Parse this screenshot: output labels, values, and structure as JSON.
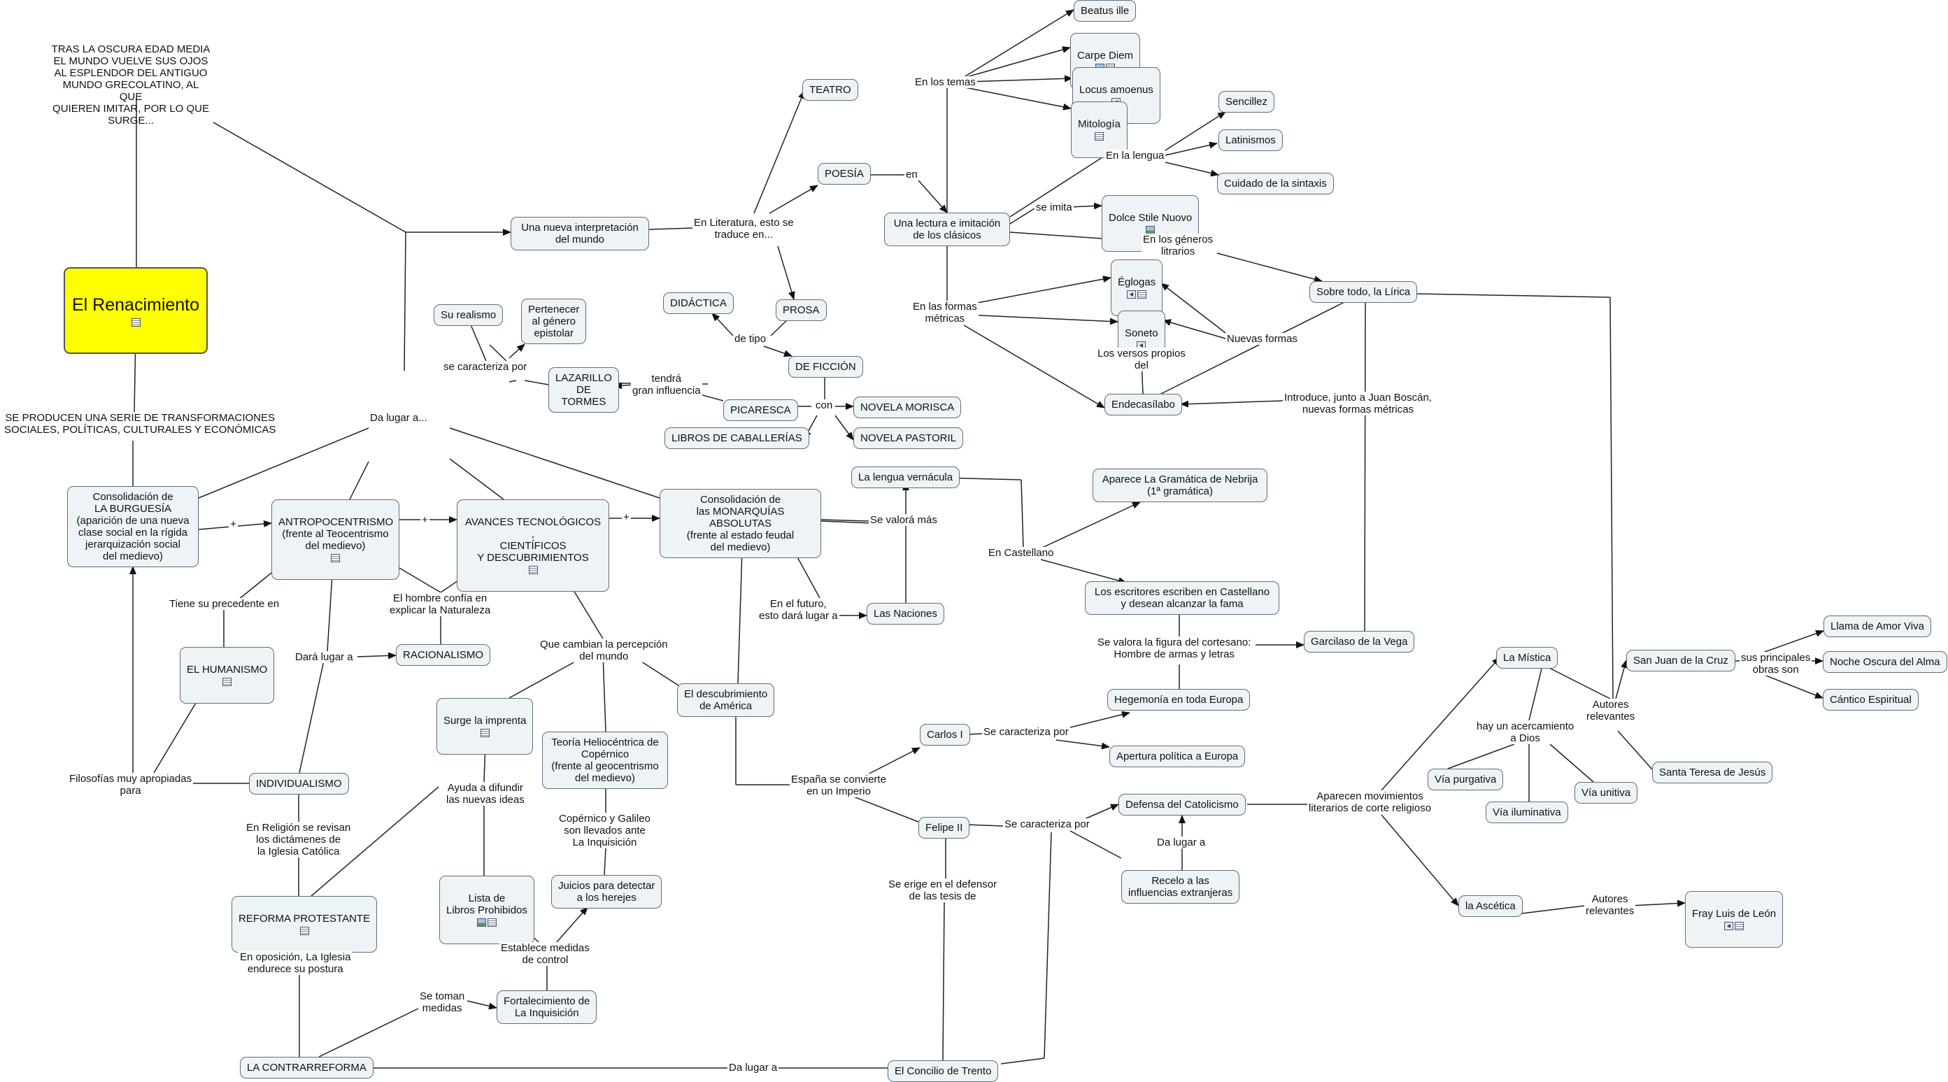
{
  "title": "El Renacimiento",
  "intro": "TRAS LA OSCURA EDAD MEDIA\nEL MUNDO VUELVE SUS OJOS\nAL ESPLENDOR DEL ANTIGUO\nMUNDO GRECOLATINO, AL QUE\nQUIEREN IMITAR, POR LO QUE\nSURGE...",
  "nodes": {
    "nueva_interpretacion": "Una nueva interpretación\ndel mundo",
    "teatro": "TEATRO",
    "poesia": "POESÍA",
    "prosa": "PROSA",
    "didactica": "DIDÁCTICA",
    "ficcion": "DE FICCIÓN",
    "picaresca": "PICARESCA",
    "caballerias": "LIBROS DE CABALLERÍAS",
    "morisca": "NOVELA MORISCA",
    "pastoril": "NOVELA PASTORIL",
    "lazarillo": "LAZARILLO\nDE\nTORMES",
    "realismo": "Su realismo",
    "epistolar": "Pertenecer\nal género\nepistolar",
    "lectura_clasicos": "Una lectura e imitación\nde los clásicos",
    "beatus": "Beatus ille",
    "carpe": "Carpe Diem",
    "locus": "Locus amoenus",
    "mitologia": "Mitología",
    "sencillez": "Sencillez",
    "latinismos": "Latinismos",
    "sintaxis": "Cuidado de la sintaxis",
    "dolce": "Dolce Stile Nuovo",
    "eglogas": "Églogas",
    "soneto": "Soneto",
    "endecasilabo": "Endecasílabo",
    "lirica": "Sobre todo, la Lírica",
    "burguesia": "Consolidación de\nLA BURGUESÍA\n(aparición de una nueva\nclase social en la rígida\njerarquización social\ndel medievo)",
    "antropocentrismo": "ANTROPOCENTRISMO\n(frente al Teocentrismo\ndel medievo)",
    "avances": "AVANCES TECNOLÓGICOS ,\nCIENTÍFICOS\nY DESCUBRIMIENTOS",
    "monarquias": "Consolidación de\nlas MONARQUÍAS ABSOLUTAS\n(frente al estado feudal\ndel medievo)",
    "humanismo": "EL HUMANISMO",
    "racionalismo": "RACIONALISMO",
    "individualismo": "INDIVIDUALISMO",
    "reforma": "REFORMA PROTESTANTE",
    "contrarreforma": "LA CONTRARREFORMA",
    "imprenta": "Surge la imprenta",
    "heliocentrica": "Teoría Heliocéntrica de\nCopérnico\n(frente al geocentrismo\ndel medievo)",
    "descubrimiento": "El descubrimiento\nde América",
    "libros_prohibidos": "Lista de\nLibros Prohibidos",
    "juicios": "Juicios para detectar\na los herejes",
    "inquisicion": "Fortalecimiento de\nLa Inquisición",
    "lengua_vernacula": "La lengua vernácula",
    "naciones": "Las Naciones",
    "gramatica": "Aparece La Gramática de Nebrija\n(1ª gramática)",
    "escritores": "Los escritores escriben en Castellano\ny desean alcanzar la fama",
    "garcilaso": "Garcilaso de la Vega",
    "hegemonia": "Hegemonía en toda Europa",
    "apertura": "Apertura política a Europa",
    "carlos": "Carlos I",
    "felipe": "Felipe II",
    "defensa": "Defensa del Catolicismo",
    "recelo": "Recelo a las\ninfluencias extranjeras",
    "trento": "El Concilio de Trento",
    "mistica": "La Mística",
    "ascetica": "la Ascética",
    "juan_cruz": "San Juan de la Cruz",
    "teresa": "Santa Teresa de Jesús",
    "llama": "Llama de Amor Viva",
    "noche": "Noche Oscura del Alma",
    "cantico": "Cántico Espiritual",
    "via_purgativa": "Vía purgativa",
    "via_iluminativa": "Vía iluminativa",
    "via_unitiva": "Vía unitiva",
    "fray_luis": "Fray Luis de León"
  },
  "labels": {
    "transformaciones": "SE PRODUCEN UNA SERIE DE TRANSFORMACIONES\nSOCIALES, POLÍTICAS, CULTURALES Y ECONÓMICAS",
    "da_lugar_a": "Da lugar a...",
    "en_literatura": "En Literatura, esto se\ntraduce en...",
    "en": "en",
    "de_tipo": "de tipo",
    "con": "con",
    "tendra": "tendrá\ngran influencia",
    "se_caracteriza_por": "se caracteriza por",
    "en_los_temas": "En los temas",
    "en_la_lengua": "En la lengua",
    "se_imita": "se imita",
    "en_los_generos": "En los géneros\nlitrarios",
    "en_las_formas": "En las formas\nmétricas",
    "versos_propios": "Los versos propios\ndel",
    "nuevas_formas": "Nuevas formas",
    "introduce": "Introduce, junto a Juan Boscán,\nnuevas formas métricas",
    "plus1": "+",
    "plus2": "+",
    "plus3": "+",
    "precedente": "Tiene su precedente en",
    "hombre_confia": "El hombre confía en\nexplicar la Naturaleza",
    "dara_lugar": "Dará lugar a",
    "filosofias": "Filosofías muy apropiadas\npara",
    "en_religion": "En Religión se revisan\nlos dictámenes de\nla Iglesia Católica",
    "en_oposicion": "En oposición, La Iglesia\nendurece su postura",
    "se_toman": "Se toman\nmedidas",
    "da_lugar_a2": "Da lugar a",
    "cambian_percepcion": "Que cambian la percepción\ndel mundo",
    "ayuda_difundir": "Ayuda a difundir\nlas nuevas ideas",
    "copernico_galileo": "Copérnico y Galileo\nson llevados ante\nLa Inquisición",
    "establece_medidas": "Establece medidas\nde control",
    "se_valora_mas": "Se valorá más",
    "en_el_futuro": "En el futuro,\nesto dará lugar a",
    "en_castellano": "En Castellano",
    "figura_cortesano": "Se valora la figura del cortesano:\nHombre de armas y letras",
    "espana_convierte": "España se convierte\nen un Imperio",
    "se_caracteriza_carlos": "Se caracteriza por",
    "se_caracteriza_felipe": "Se caracteriza por",
    "da_lugar_a3": "Da lugar a",
    "se_erige": "Se erige en el defensor\nde las tesis de",
    "aparecen_movimientos": "Aparecen movimientos\nliterarios de corte religioso",
    "acercamiento": "hay un acercamiento\na Dios",
    "autores_relevantes1": "Autores\nrelevantes",
    "autores_relevantes2": "Autores\nrelevantes",
    "sus_obras": "sus principales\nobras son"
  }
}
